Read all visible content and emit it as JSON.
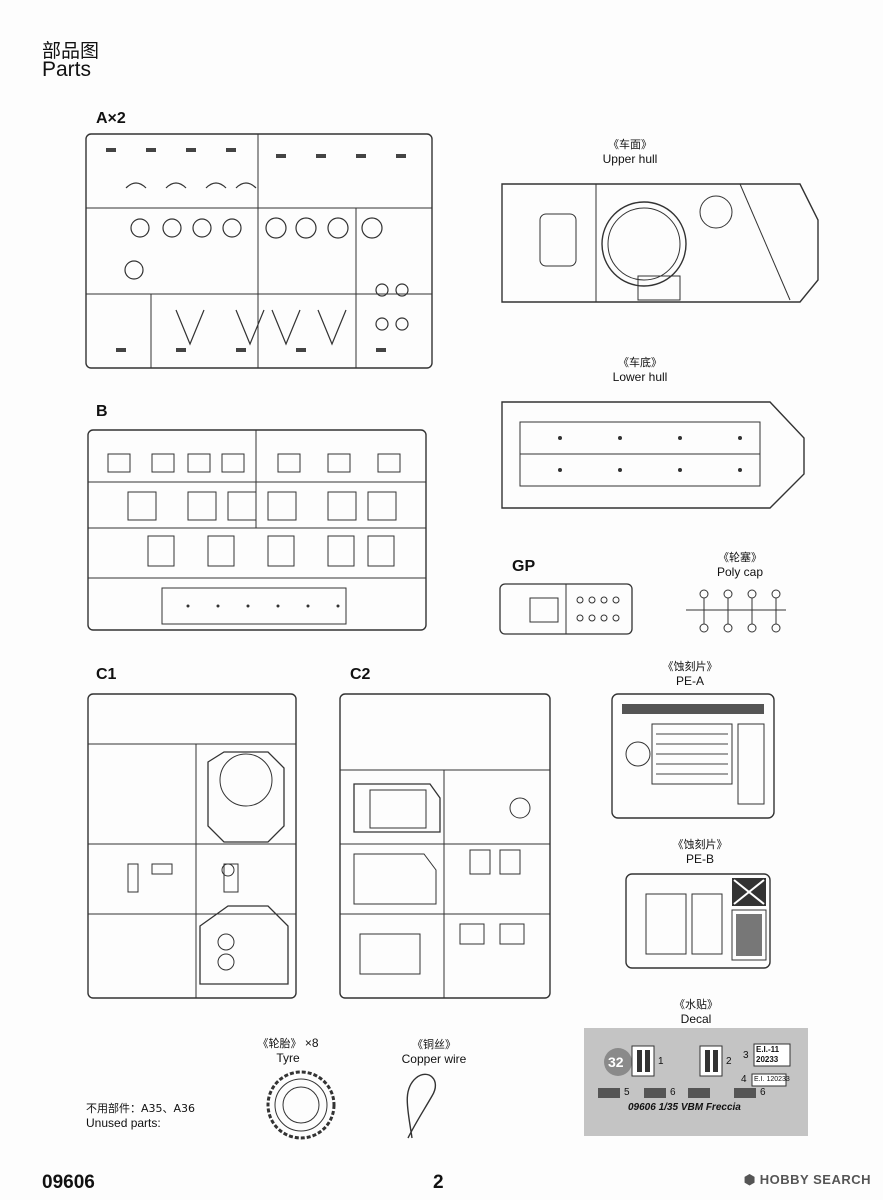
{
  "header": {
    "title_cn": "部品图",
    "title_en": "Parts"
  },
  "sprues": {
    "a": "A×2",
    "b": "B",
    "c1": "C1",
    "c2": "C2",
    "gp": "GP"
  },
  "captions": {
    "upper_hull": {
      "cn": "《车面》",
      "en": "Upper hull"
    },
    "lower_hull": {
      "cn": "《车底》",
      "en": "Lower hull"
    },
    "poly_cap": {
      "cn": "《轮塞》",
      "en": "Poly cap"
    },
    "pe_a": {
      "cn": "《蚀刻片》",
      "en": "PE-A"
    },
    "pe_b": {
      "cn": "《蚀刻片》",
      "en": "PE-B"
    },
    "decal": {
      "cn": "《水贴》",
      "en": "Decal"
    },
    "tyre": {
      "cn": "《轮胎》",
      "en": "Tyre",
      "qty": "×8"
    },
    "copper_wire": {
      "cn": "《铜丝》",
      "en": "Copper wire"
    }
  },
  "unused": {
    "cn": "不用部件：A35、A36",
    "en": "Unused parts:"
  },
  "decal_sheet": {
    "scale_mark": "32",
    "numbers": [
      "1",
      "2",
      "3",
      "4",
      "5",
      "6",
      "6"
    ],
    "plate_1": "E.I.-11",
    "plate_2": "20233",
    "plate_3": "E.I. 120233",
    "title": "09606 1/35 VBM Freccia"
  },
  "footer": {
    "code": "09606",
    "page": "2",
    "watermark": "HOBBY SEARCH"
  }
}
